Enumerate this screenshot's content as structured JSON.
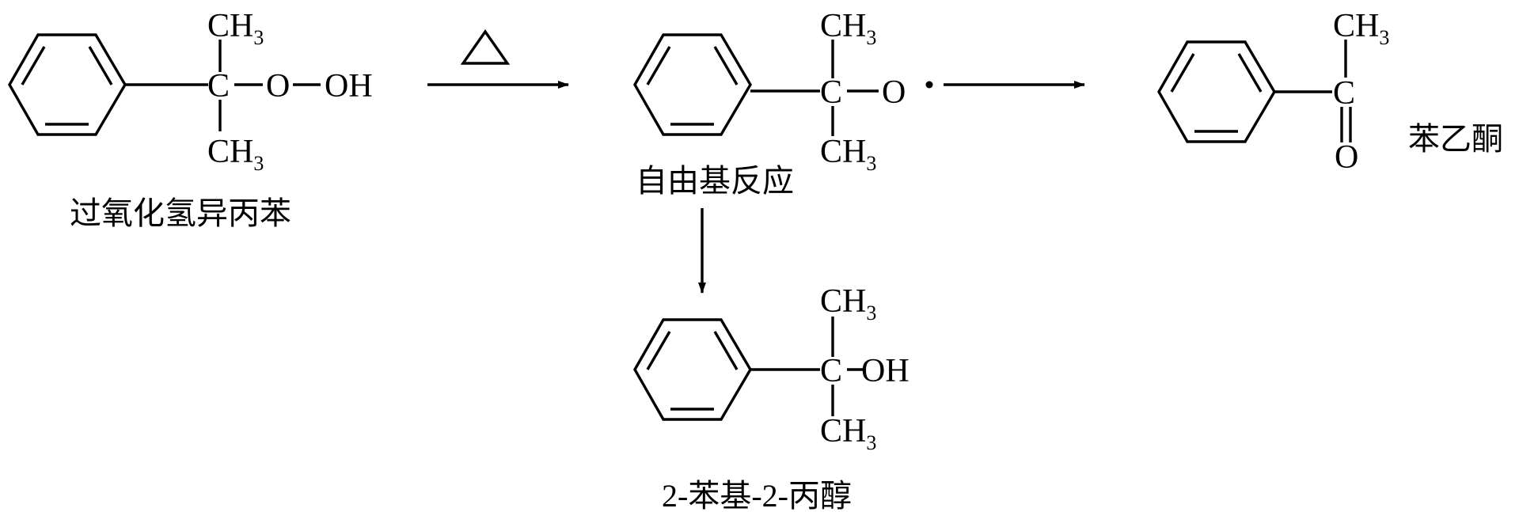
{
  "atoms": {
    "carbon": "C",
    "oxygen": "O",
    "ch": "CH",
    "h3": "3",
    "oh": "OH"
  },
  "conditions": {
    "heat": "△"
  },
  "compounds": {
    "reactant": {
      "name": "过氧化氢异丙苯"
    },
    "radical": {
      "name": "自由基反应",
      "radical_dot": "·"
    },
    "ketone": {
      "name": "苯乙酮"
    },
    "alcohol": {
      "name": "2-苯基-2-丙醇"
    }
  }
}
